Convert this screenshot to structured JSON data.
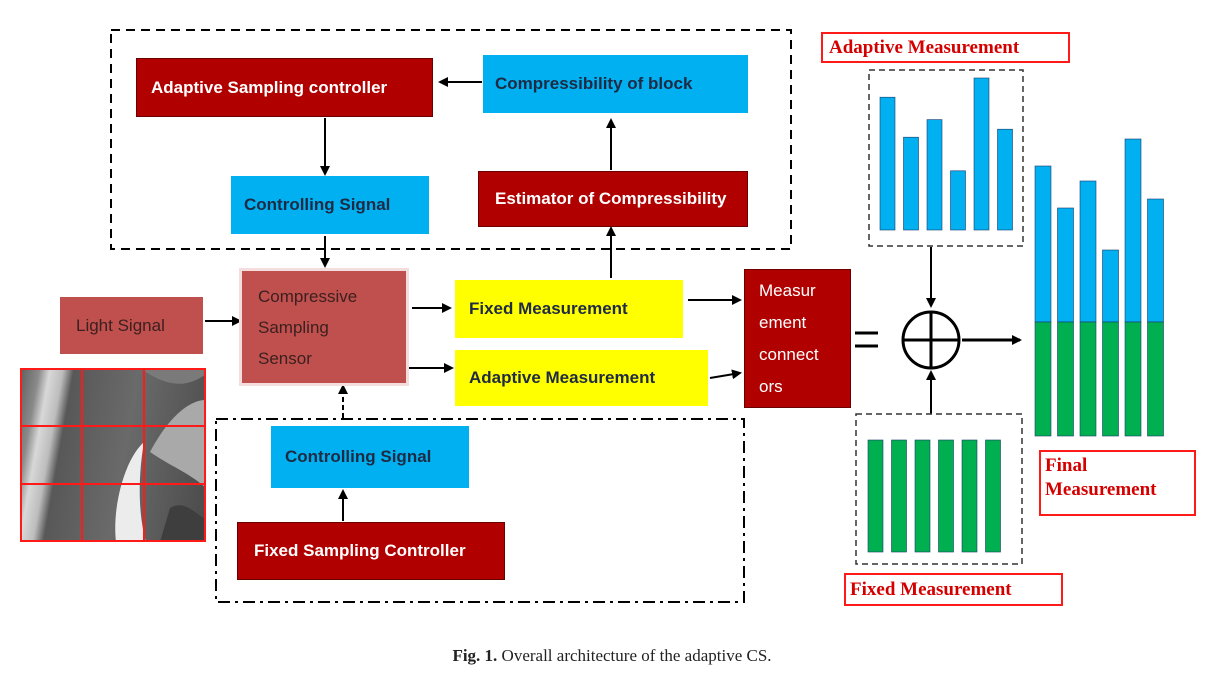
{
  "nodes": {
    "adaptive_controller": "Adaptive Sampling controller",
    "compressibility_block": "Compressibility of block",
    "controlling_signal_top": "Controlling Signal",
    "estimator": "Estimator of Compressibility",
    "light_signal": "Light Signal",
    "sensor": [
      "Compressive",
      "Sampling",
      "Sensor"
    ],
    "fixed_measurement": "Fixed Measurement",
    "adaptive_measurement": "Adaptive Measurement",
    "connectors": [
      "Measur",
      "ement",
      "connect",
      "ors"
    ],
    "controlling_signal_bottom": "Controlling Signal",
    "fixed_controller": "Fixed Sampling Controller"
  },
  "labels": {
    "adaptive_measurement": "Adaptive Measurement",
    "fixed_measurement": "Fixed Measurement",
    "final_measurement": [
      "Final",
      "Measurement"
    ]
  },
  "symbols": {
    "equals": "=",
    "combine": "xor-plus-icon"
  },
  "bars": {
    "adaptive_heights": [
      0.83,
      0.58,
      0.69,
      0.37,
      0.95,
      0.63
    ],
    "fixed_count": 6,
    "final_blue_heights": [
      0.52,
      0.38,
      0.47,
      0.24,
      0.61,
      0.41
    ]
  },
  "colors": {
    "dark_red": "#b00000",
    "cyan": "#00b0f0",
    "yellow": "#ffff00",
    "rose": "#c0504d",
    "bar_blue": "#00b0f0",
    "bar_green": "#00b050",
    "label_red": "#ff1a1a"
  },
  "caption": {
    "prefix": "Fig. 1.",
    "text": " Overall architecture of the adaptive CS."
  }
}
